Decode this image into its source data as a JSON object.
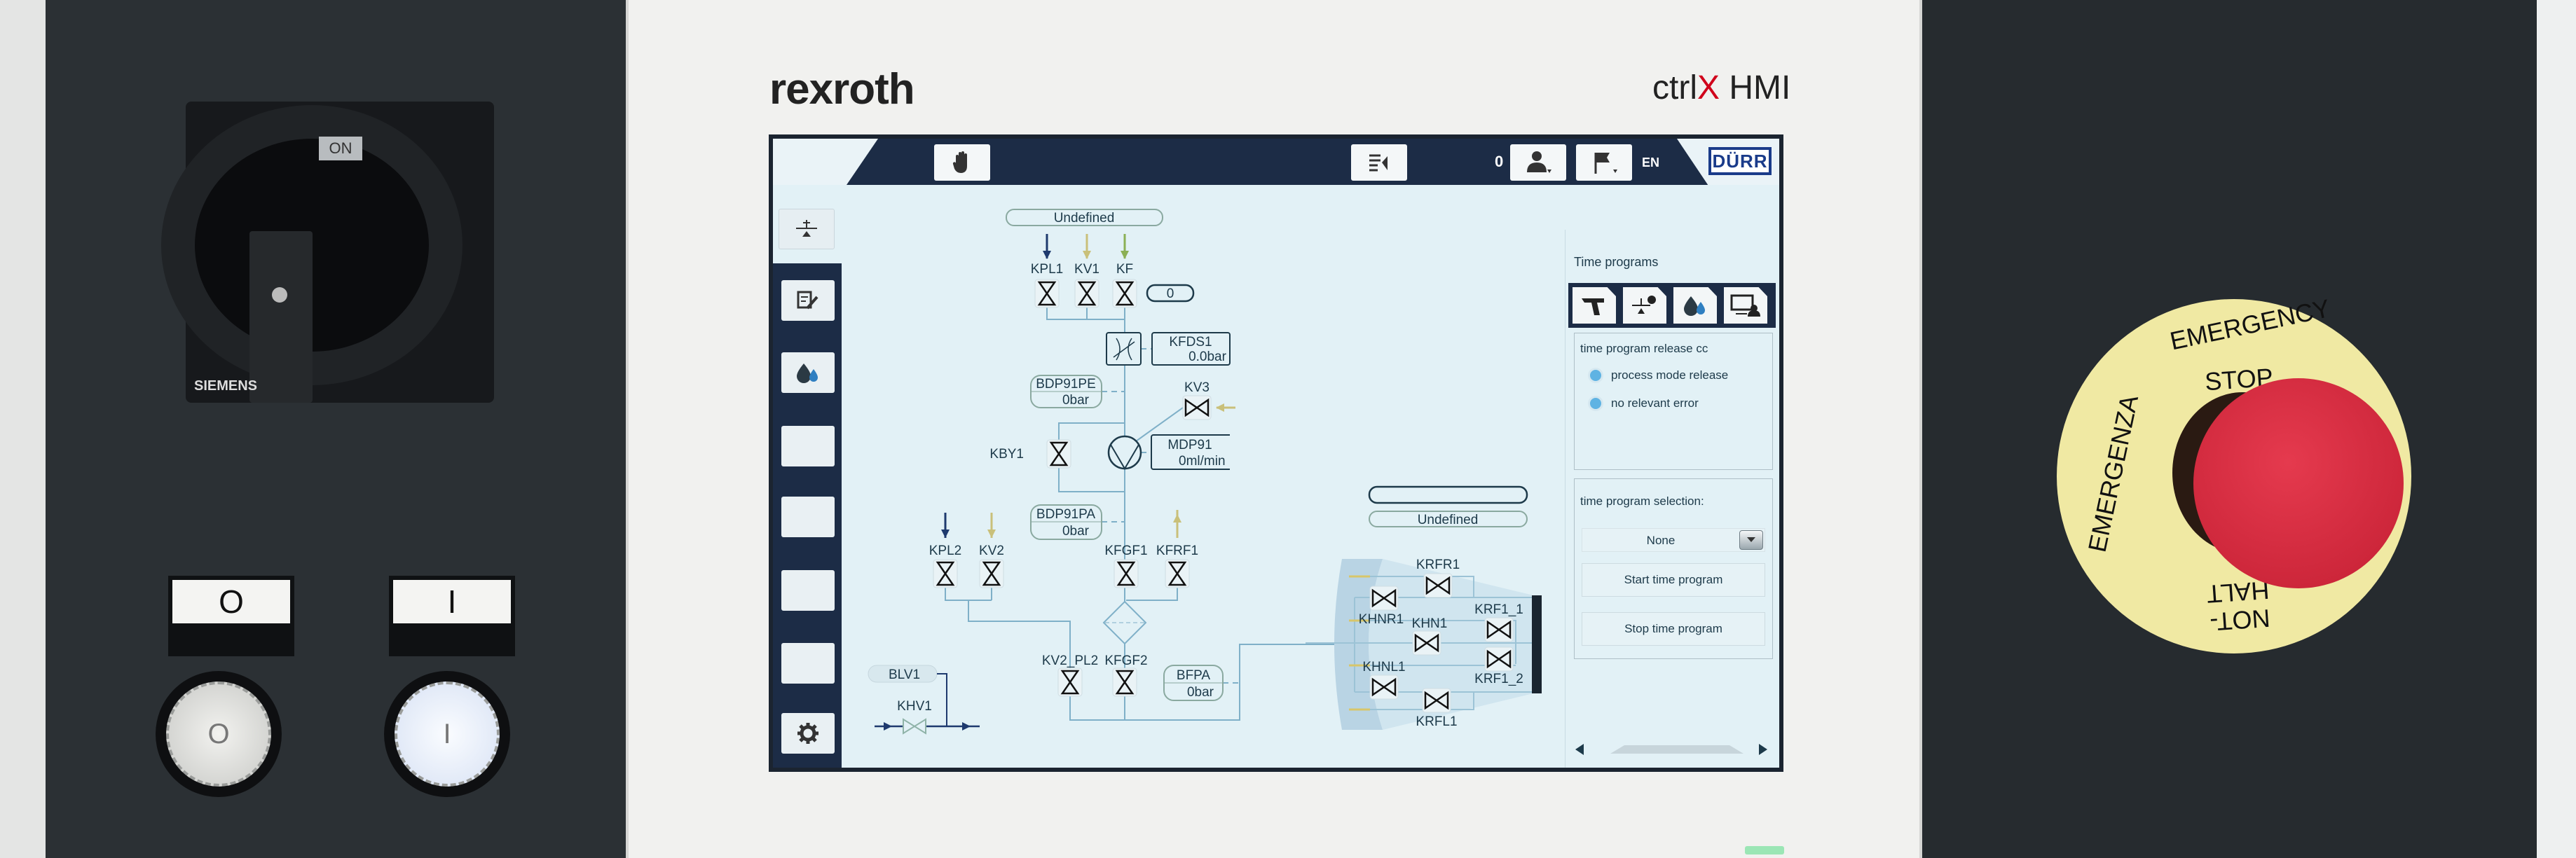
{
  "bezel": {
    "brand": "rexroth",
    "model_prefix": "ctrl",
    "model_x": "X",
    "model_suffix": " HMI"
  },
  "header": {
    "user_level": "0",
    "language": "EN",
    "logo": "DÜRR"
  },
  "diagram": {
    "top_status": "Undefined",
    "counter": "0",
    "valves": {
      "KPL1": "KPL1",
      "KV1": "KV1",
      "KF": "KF",
      "KV3": "KV3",
      "KBY1": "KBY1",
      "KPL2": "KPL2",
      "KV2": "KV2",
      "KFGF1": "KFGF1",
      "KFRF1": "KFRF1",
      "KV2_PL2": "KV2_PL2",
      "KFGF2": "KFGF2",
      "KHV1": "KHV1",
      "KRFR1": "KRFR1",
      "KHNR1": "KHNR1",
      "KHN1": "KHN1",
      "KRF1_1": "KRF1_1",
      "KRF1_2": "KRF1_2",
      "KHNL1": "KHNL1",
      "KRFL1": "KRFL1"
    },
    "sensors": {
      "KFDS1": {
        "name": "KFDS1",
        "value": "0.0bar"
      },
      "BDP91PE": {
        "name": "BDP91PE",
        "value": "0bar"
      },
      "MDP91": {
        "name": "MDP91",
        "value": "0ml/min"
      },
      "BDP91PA": {
        "name": "BDP91PA",
        "value": "0bar"
      },
      "BFPA": {
        "name": "BFPA",
        "value": "0bar"
      }
    },
    "tank": "BLV1",
    "right_status_top": "",
    "right_status": "Undefined",
    "colors": {
      "pipe": "#7fb0c8",
      "navy": "#1e3a6e",
      "khaki": "#c9c07a",
      "green": "#8bb055"
    }
  },
  "time_programs": {
    "title": "Time programs",
    "release_title": "time program release cc",
    "conditions": [
      "process mode release",
      "no relevant error"
    ],
    "selection_title": "time program selection:",
    "selected": "None",
    "start": "Start time program",
    "stop": "Stop time program"
  },
  "physical": {
    "switch_label": "ON",
    "switch_brand": "SIEMENS",
    "button_off": "O",
    "button_on": "I",
    "estop": {
      "line1": "EMERGENCY",
      "line2": "STOP",
      "left": "EMERGENZA",
      "bottom": "NOT-HALT"
    }
  }
}
